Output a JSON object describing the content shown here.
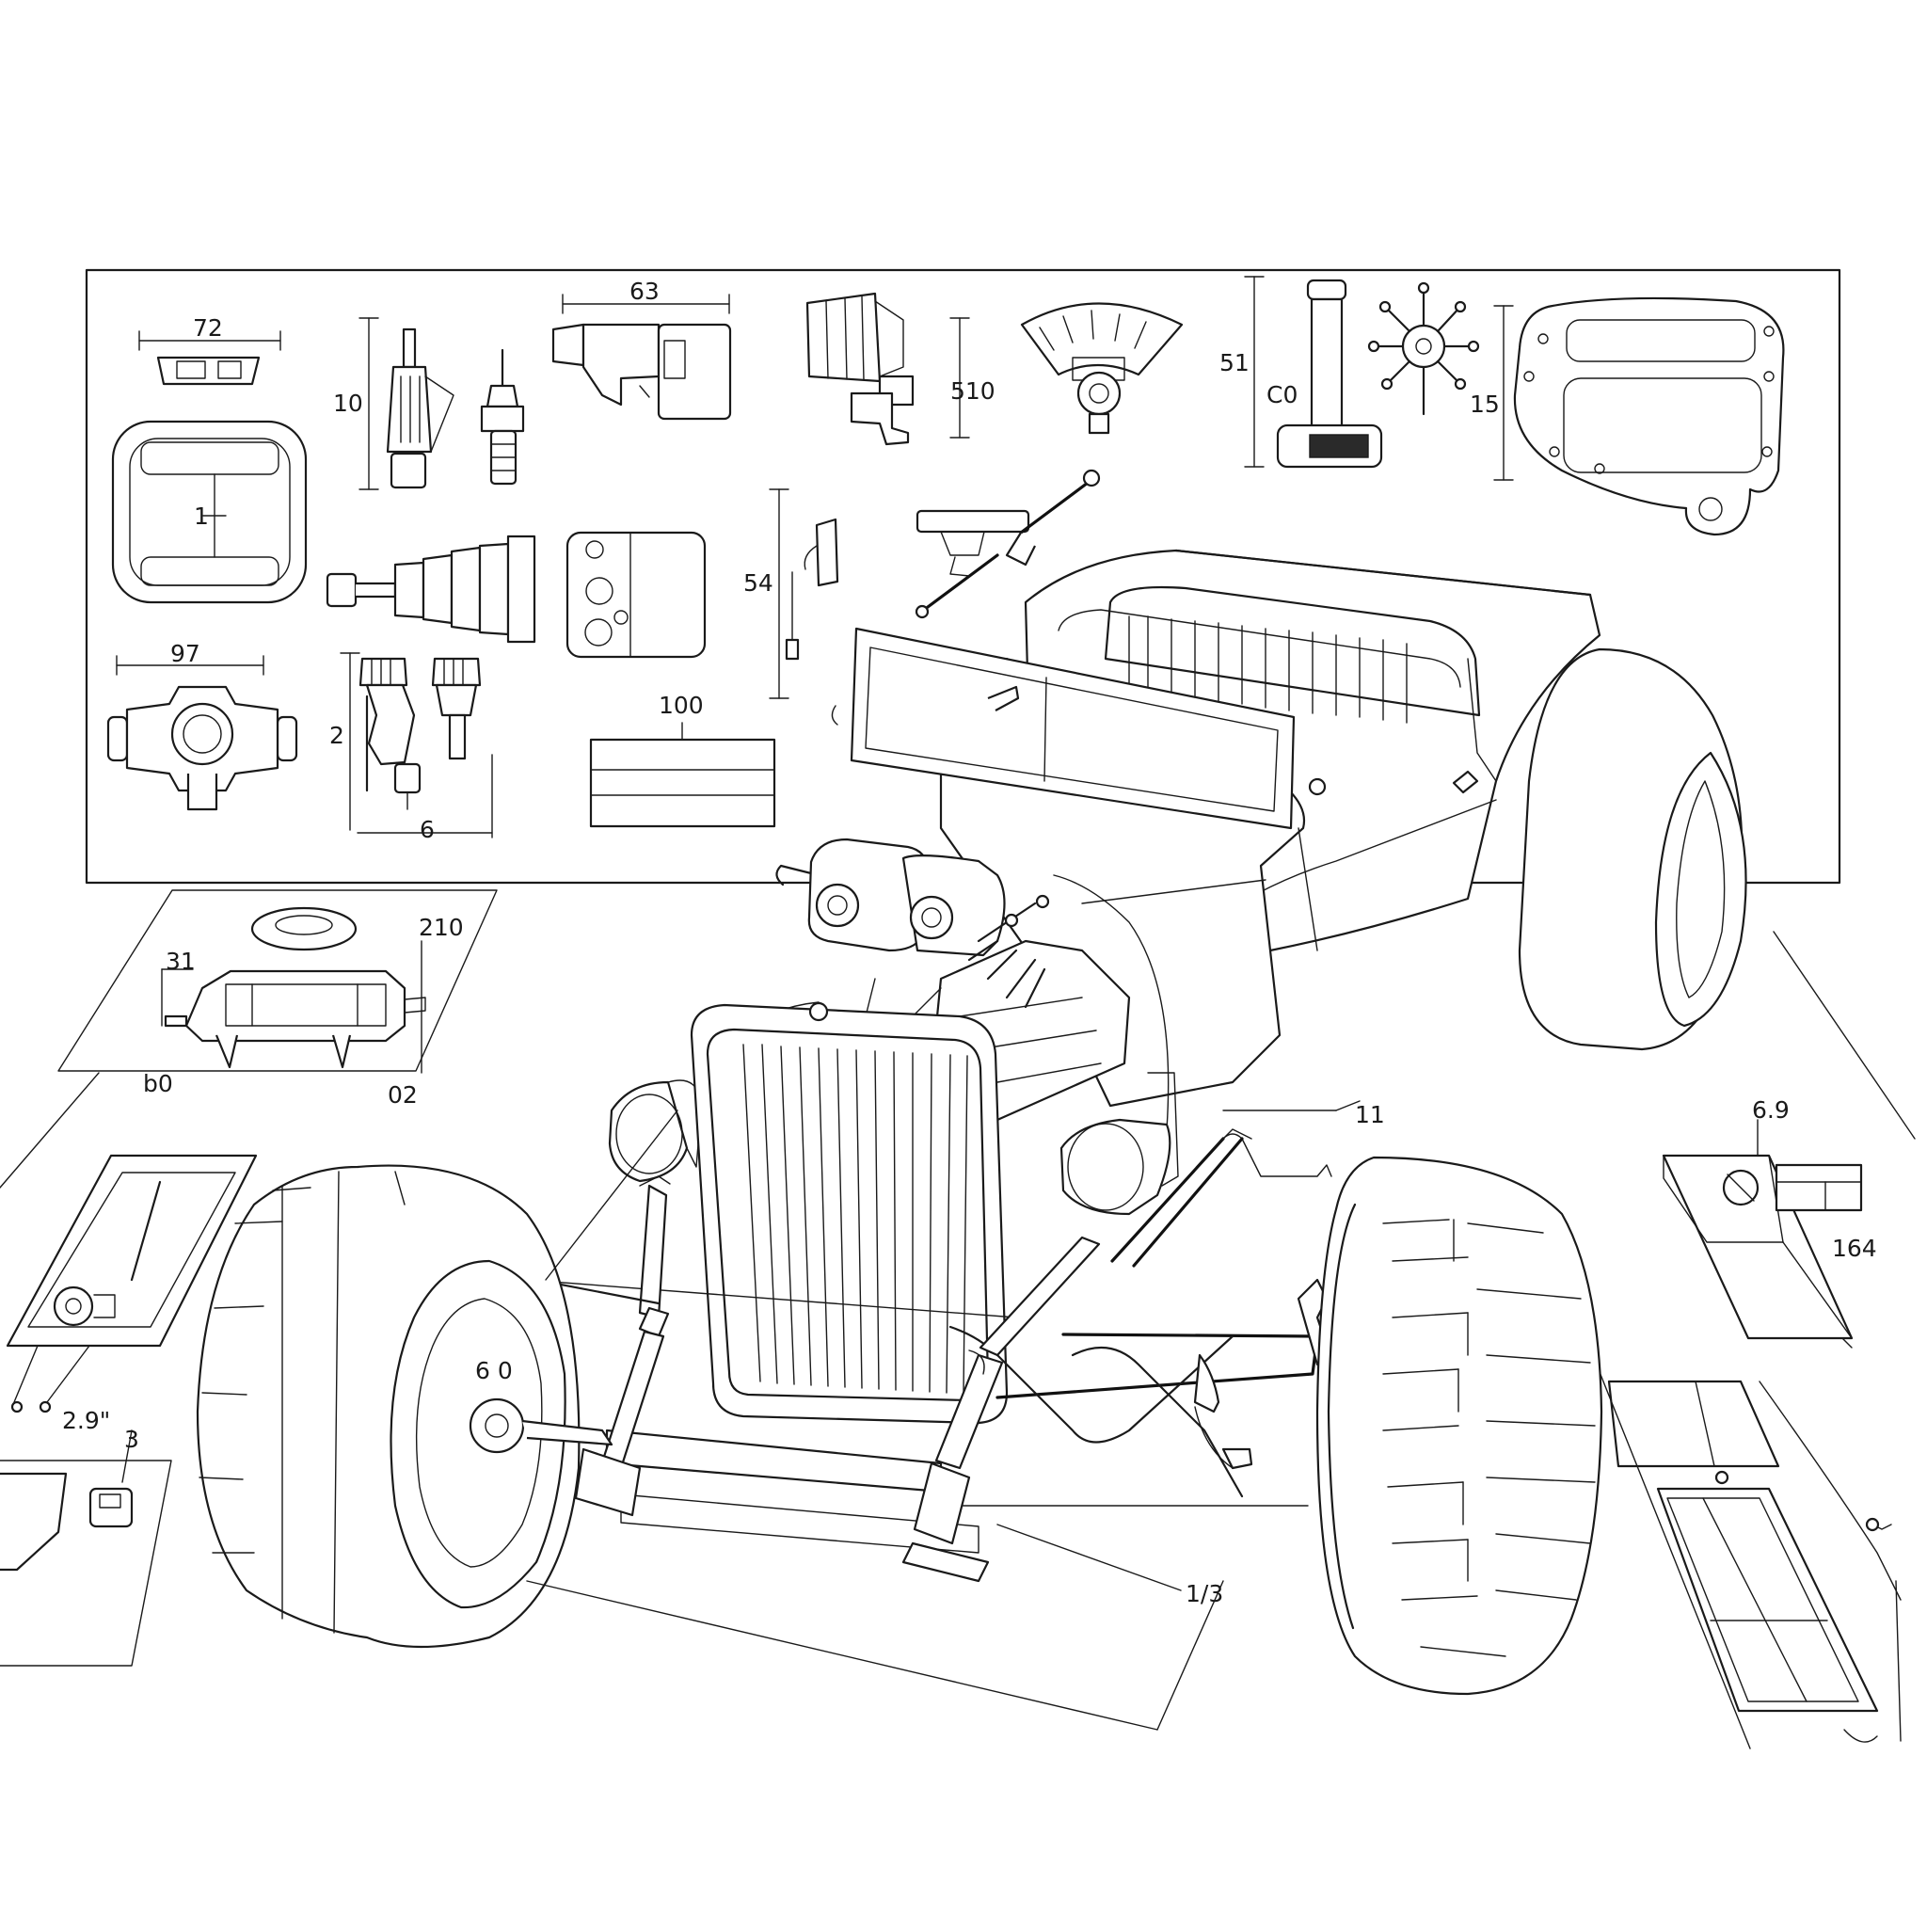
{
  "diagram": {
    "labels": {
      "l_72": "72",
      "l_10a": "10",
      "l_63": "63",
      "l_510": "510",
      "l_51": "51",
      "l_c0": "C0",
      "l_15": "15",
      "l_1": "1",
      "l_54": "54",
      "l_97": "97",
      "l_2": "2",
      "l_100": "100",
      "l_6": "6",
      "l_31": "31",
      "l_210": "210",
      "l_b0": "b0",
      "l_02": "02",
      "l_11": "11",
      "l_69": "6.9",
      "l_164": "164",
      "l_29": "2.9\"",
      "l_3": "3",
      "l_13": "1/3",
      "l_60": "6 0"
    }
  }
}
